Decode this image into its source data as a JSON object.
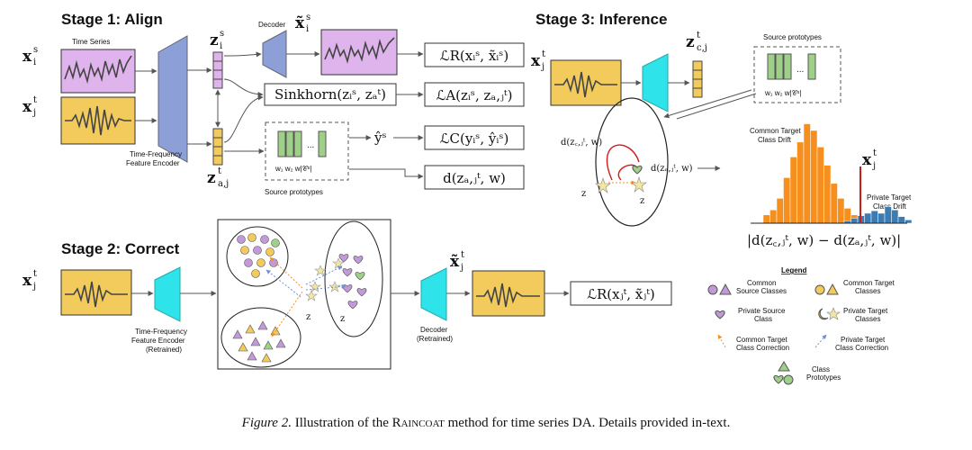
{
  "stages": {
    "align": "Stage 1: Align",
    "correct": "Stage 2: Correct",
    "inference": "Stage 3: Inference"
  },
  "labels": {
    "time_series": "Time Series",
    "decoder": "Decoder",
    "encoder_l1": "Time-Frequency",
    "encoder_l2": "Feature Encoder",
    "source_prototypes": "Source prototypes",
    "encoder_retrained": "(Retrained)",
    "decoder_retrained": "(Retrained)",
    "common_drift_l1": "Common Target",
    "common_drift_l2": "Class Drift",
    "private_drift_l1": "Private Target",
    "private_drift_l2": "Class Drift"
  },
  "math": {
    "x_i_s": "x",
    "x_j_t": "x",
    "z_i_s": "z",
    "z_a_j": "z",
    "xtilde_i_s": "x̃",
    "xtilde_j_t": "x̃",
    "z_c_j": "z",
    "loss_R_align": "ℒR(xᵢˢ, x̃ᵢˢ)",
    "loss_A": "ℒA(zᵢˢ, zₐ,ⱼᵗ)",
    "loss_C": "ℒC(yᵢˢ, ŷᵢˢ)",
    "dist": "d(zₐ,ⱼᵗ, w)",
    "sinkhorn": "Sinkhorn(zᵢˢ, zₐᵗ)",
    "yhat": "ŷˢ",
    "loss_R_correct": "ℒR(xⱼᵗ, x̃ⱼᵗ)",
    "drift_formula": "|d(z꜀,ⱼᵗ, w) − d(zₐ,ⱼᵗ, w)|",
    "prototypes": "w₁ w₂ w|𝒞ˢ|",
    "d_c": "d(z꜀,ⱼᵗ, w)",
    "d_a": "d(zₐ,ⱼᵗ, w)"
  },
  "legend": {
    "title": "Legend",
    "common_source_l1": "Common",
    "common_source_l2": "Source Classes",
    "common_target_l1": "Common Target",
    "common_target_l2": "Classes",
    "private_source_l1": "Private Source",
    "private_source_l2": "Class",
    "private_target_l1": "Private Target",
    "private_target_l2": "Classes",
    "common_corr_l1": "Common Target",
    "common_corr_l2": "Class Correction",
    "private_corr_l1": "Private Target",
    "private_corr_l2": "Class Correction",
    "class_proto_l1": "Class",
    "class_proto_l2": "Prototypes"
  },
  "histogram": {
    "orange_bins": [
      10,
      16,
      30,
      55,
      80,
      98,
      120,
      112,
      92,
      70,
      48,
      30,
      18,
      10,
      5,
      2
    ],
    "blue_bins": [
      0,
      0,
      0,
      0,
      0,
      0,
      0,
      0,
      0,
      0,
      0,
      0,
      3,
      6,
      9,
      12,
      15,
      12,
      20,
      16,
      8,
      4
    ]
  },
  "colors": {
    "pink": "#dfb3ec",
    "yellow": "#f2cb5c",
    "encoder_blue": "#8c9fd6",
    "cyan": "#2ee3e9",
    "green": "#9fd089",
    "orange": "#f78f1e",
    "blue": "#3c7cb5",
    "red": "#d11b1b",
    "purple": "#c29ad9"
  },
  "caption": {
    "figure": "Figure 2.",
    "text_before": "Illustration of the ",
    "method": "Raincoat",
    "text_after": " method for time series DA. Details provided in-text."
  }
}
